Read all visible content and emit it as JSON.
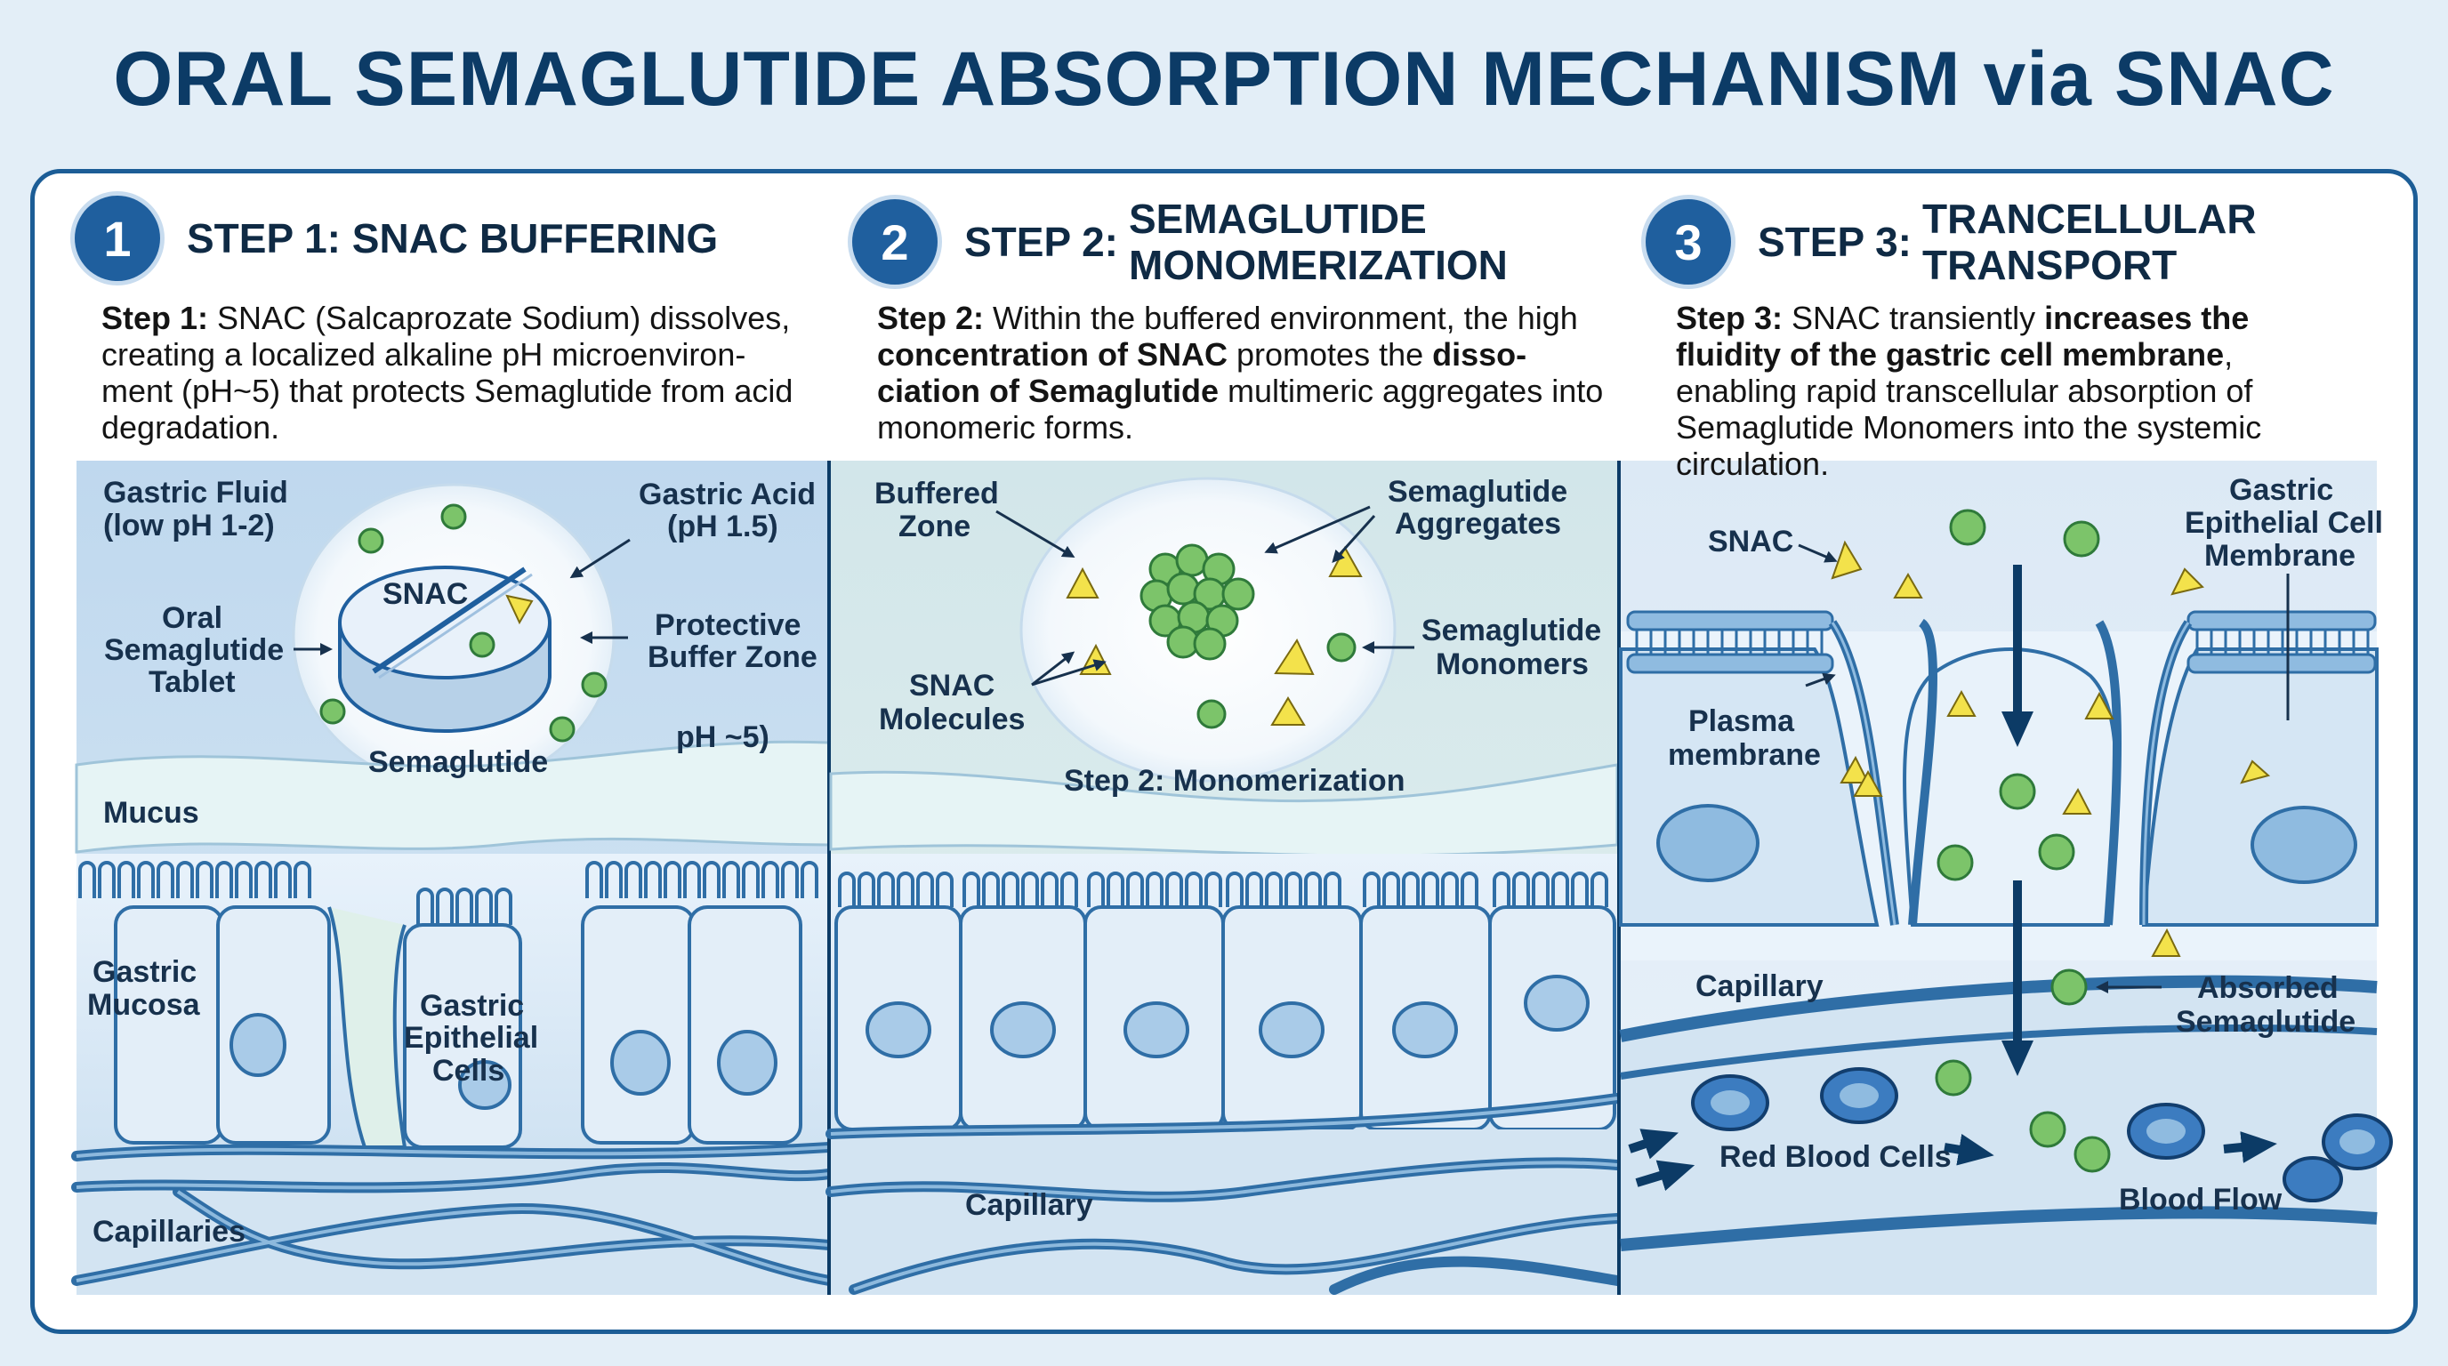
{
  "title": "ORAL SEMAGLUTIDE ABSORPTION MECHANISM via SNAC",
  "steps": [
    {
      "number": "1",
      "title": "STEP 1: SNAC BUFFERING",
      "description": {
        "lead": "Step 1:",
        "rest": "SNAC (Salcaprozate Sodium) dissolves, creating a localized alkaline pH microenviron-ment (pH~5) that protects Semaglutide from acid degradation."
      },
      "labels": {
        "gastric_fluid": [
          "Gastric Fluid",
          "(low pH 1-2)"
        ],
        "gastric_acid": [
          "Gastric Acid",
          "(pH 1.5)"
        ],
        "snac": "SNAC",
        "oral_tablet": [
          "Oral",
          "Semaglutide",
          "Tablet"
        ],
        "protective_zone": [
          "Protective",
          "Buffer Zone"
        ],
        "ph": "pH ~5)",
        "semaglutide": "Semaglutide",
        "mucus": "Mucus",
        "gastric_mucosa": [
          "Gastric",
          "Mucosa"
        ],
        "epithelial_cells": [
          "Gastric",
          "Epithelial",
          "Cells"
        ],
        "capillaries": "Capillaries"
      }
    },
    {
      "number": "2",
      "title_prefix": "STEP 2:",
      "title_lines": [
        "SEMAGLUTIDE",
        "MONOMERIZATION"
      ],
      "description": {
        "p1": "Step 2:",
        "p2": " Within the buffered environment, the high ",
        "p3": "concentration of SNAC",
        "p4": " promotes the ",
        "p5": "disso-ciation of Semaglutide",
        "p6": " multimeric aggregates into monomeric forms."
      },
      "labels": {
        "buffered_zone": [
          "Buffered",
          "Zone"
        ],
        "aggregates": [
          "Semaglutide",
          "Aggregates"
        ],
        "snac_molecules": [
          "SNAC",
          "Molecules"
        ],
        "monomers": [
          "Semaglutide",
          "Monomers"
        ],
        "monomerization": "Step 2: Monomerization",
        "capillary": "Capillary"
      }
    },
    {
      "number": "3",
      "title_prefix": "STEP 3:",
      "title_lines": [
        "TRANCELLULAR",
        "TRANSPORT"
      ],
      "description": {
        "p1": "Step 3:",
        "p2": " SNAC transiently ",
        "p3": "increases the fluidity of the gastric cell membrane",
        "p4": ", enabling rapid transcellular absorption of Semaglutide Monomers into the systemic circulation."
      },
      "labels": {
        "snac": "SNAC",
        "epithelial_membrane": [
          "Gastric",
          "Epithelial Cell",
          "Membrane"
        ],
        "plasma_membrane": [
          "Plasma",
          "membrane"
        ],
        "capillary": "Capillary",
        "absorbed": [
          "Absorbed",
          "Semaglutide"
        ],
        "rbc": "Red Blood Cells",
        "blood_flow": "Blood Flow"
      }
    }
  ],
  "colors": {
    "navy": "#0c3b66",
    "accent_blue": "#1f5f9e",
    "green_molecule": "#7cc46a",
    "yellow_snac": "#f3e24b",
    "cell_fill": "#dbeaf6"
  }
}
